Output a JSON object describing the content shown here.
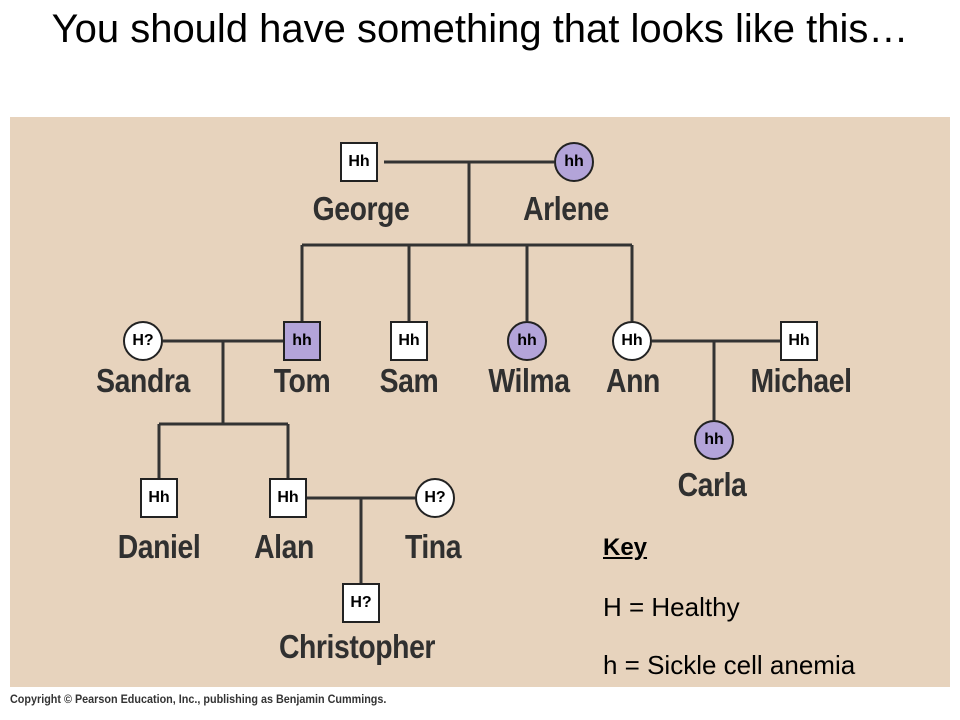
{
  "title": "You should have something that looks like this…",
  "people": {
    "george": {
      "name": "George",
      "genotype": "Hh"
    },
    "arlene": {
      "name": "Arlene",
      "genotype": "hh"
    },
    "sandra": {
      "name": "Sandra",
      "genotype": "H?"
    },
    "tom": {
      "name": "Tom",
      "genotype": "hh"
    },
    "sam": {
      "name": "Sam",
      "genotype": "Hh"
    },
    "wilma": {
      "name": "Wilma",
      "genotype": "hh"
    },
    "ann": {
      "name": "Ann",
      "genotype": "Hh"
    },
    "michael": {
      "name": "Michael",
      "genotype": "Hh"
    },
    "carla": {
      "name": "Carla",
      "genotype": "hh"
    },
    "daniel": {
      "name": "Daniel",
      "genotype": "Hh"
    },
    "alan": {
      "name": "Alan",
      "genotype": "Hh"
    },
    "tina": {
      "name": "Tina",
      "genotype": "H?"
    },
    "christopher": {
      "name": "Christopher",
      "genotype": "H?"
    }
  },
  "key": {
    "title": "Key",
    "line1": "H = Healthy",
    "line2": "h = Sickle cell anemia"
  },
  "copyright": "Copyright © Pearson Education, Inc., publishing as Benjamin Cummings.",
  "colors": {
    "panel": "#e7d3bd",
    "affected": "#b3a4d9",
    "healthy": "#ffffff"
  }
}
